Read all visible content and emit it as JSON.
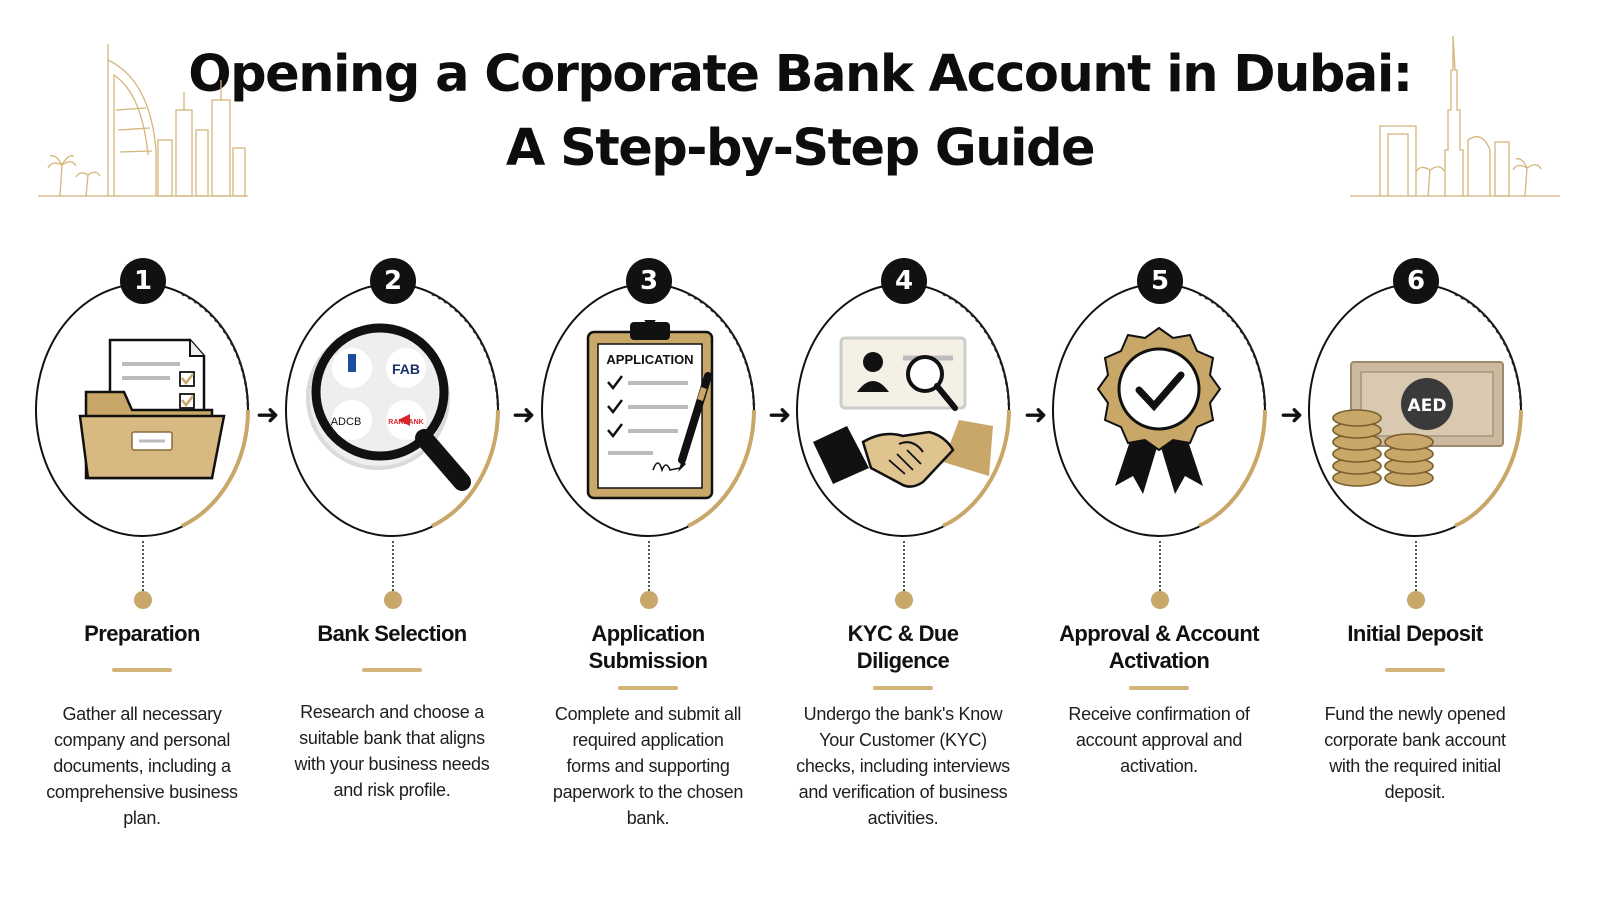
{
  "title": {
    "line1": "Opening a Corporate Bank Account in Dubai:",
    "line2": "A Step-by-Step Guide"
  },
  "theme": {
    "gold": "#c9a769",
    "gold_light": "#e6d3ab",
    "dark": "#111111"
  },
  "steps": [
    {
      "number": "1",
      "icon": "document-folder-icon",
      "title": "Preparation",
      "description": "Gather all necessary company and personal documents, including a comprehensive business plan."
    },
    {
      "number": "2",
      "icon": "magnifier-bank-logos-icon",
      "title": "Bank Selection",
      "description": "Research and choose a suitable bank that aligns with your business needs and risk profile.",
      "bank_logos": [
        "FAB",
        "ADCB",
        "RAKBANK"
      ]
    },
    {
      "number": "3",
      "icon": "application-clipboard-icon",
      "title": "Application Submission",
      "description": "Complete and submit all required application forms and supporting paperwork to the chosen bank.",
      "clipboard_label": "APPLICATION"
    },
    {
      "number": "4",
      "icon": "id-handshake-icon",
      "title": "KYC & Due Diligence",
      "description": "Undergo the bank's Know Your Customer (KYC) checks, including interviews and verification of business activities."
    },
    {
      "number": "5",
      "icon": "approval-badge-icon",
      "title": "Approval & Account Activation",
      "description": "Receive confirmation of account approval and activation."
    },
    {
      "number": "6",
      "icon": "banknote-coins-icon",
      "title": "Initial Deposit",
      "description": "Fund the newly opened corporate bank account with the required initial deposit.",
      "currency": "AED"
    }
  ]
}
